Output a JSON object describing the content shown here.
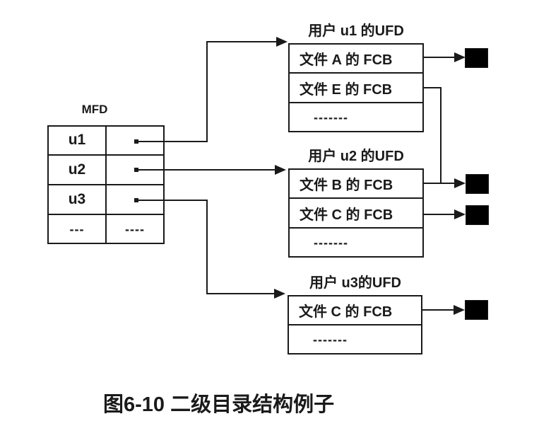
{
  "figure": {
    "caption": "图6-10 二级目录结构例子"
  },
  "mfd": {
    "title": "MFD",
    "rows": [
      "u1",
      "u2",
      "u3",
      "---"
    ],
    "pointer_placeholder": "----"
  },
  "ufds": [
    {
      "title": "用户 u1 的UFD",
      "entries": [
        "文件 A 的 FCB",
        "文件 E 的 FCB",
        "-------"
      ]
    },
    {
      "title": "用户 u2 的UFD",
      "entries": [
        "文件 B 的 FCB",
        "文件 C 的 FCB",
        "-------"
      ]
    },
    {
      "title": "用户 u3的UFD",
      "entries": [
        "文件 C 的 FCB",
        "-------"
      ]
    }
  ],
  "colors": {
    "line": "#1a1a1a",
    "file_block": "#000000",
    "background": "#ffffff"
  }
}
